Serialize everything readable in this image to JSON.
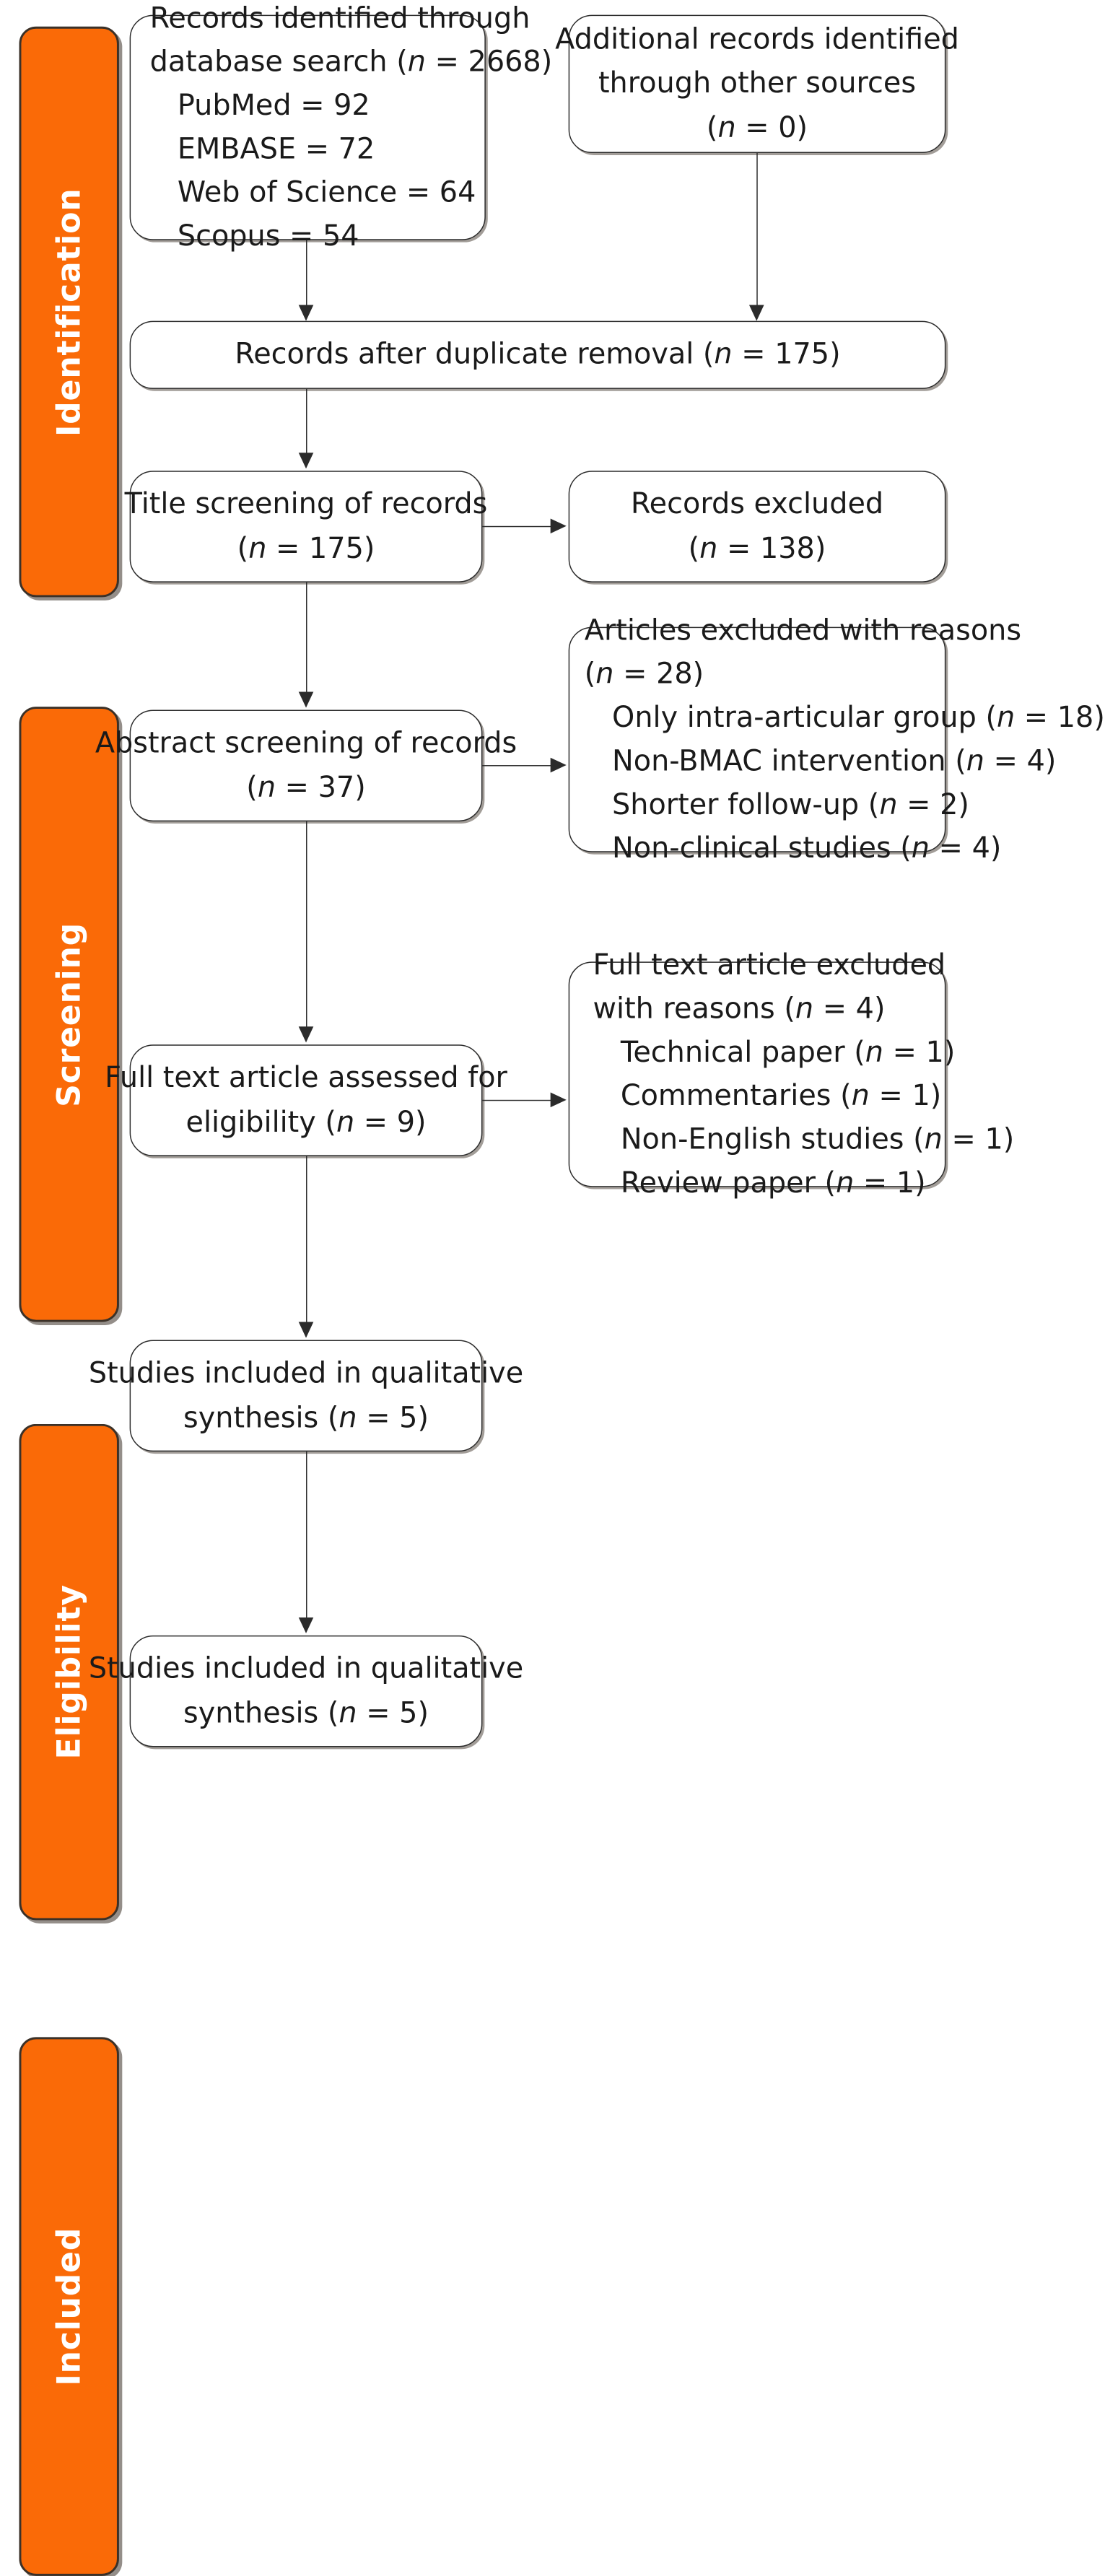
{
  "diagram": {
    "type": "PRISMA flow diagram",
    "accent_color": "#FA6A07",
    "border_color": "#2b2b2b",
    "background_color": "#ffffff"
  },
  "stages": [
    {
      "id": "identification",
      "label": "Identification"
    },
    {
      "id": "screening",
      "label": "Screening"
    },
    {
      "id": "eligibility",
      "label": "Eligibility"
    },
    {
      "id": "included",
      "label": "Included"
    }
  ],
  "nodes": {
    "records_identified": {
      "lines": [
        "Records identified through",
        "database search (n = 2668)",
        "PubMed = 92",
        "EMBASE = 72",
        "Web of Science = 64",
        "Scopus = 54"
      ]
    },
    "additional_records": {
      "lines": [
        "Additional records identified",
        "through other sources",
        "(n = 0)"
      ]
    },
    "after_duplicates": {
      "lines": [
        "Records after duplicate removal (n = 175)"
      ]
    },
    "title_screening": {
      "lines": [
        "Title screening of records",
        "(n = 175)"
      ]
    },
    "records_excluded": {
      "lines": [
        "Records excluded",
        "(n = 138)"
      ]
    },
    "abstract_screening": {
      "lines": [
        "Abstract screening of records",
        "(n = 37)"
      ]
    },
    "articles_excluded_reasons": {
      "lines": [
        "Articles excluded with reasons",
        "(n = 28)",
        "Only intra-articular group (n = 18)",
        "Non-BMAC intervention (n = 4)",
        "Shorter follow-up (n = 2)",
        "Non-clinical studies (n = 4)"
      ]
    },
    "fulltext_assessed": {
      "lines": [
        "Full text article assessed for",
        "eligibility (n = 9)"
      ]
    },
    "fulltext_excluded": {
      "lines": [
        "Full text article excluded",
        "with reasons (n = 4)",
        "Technical paper (n = 1)",
        "Commentaries (n = 1)",
        "Non-English studies (n = 1)",
        "Review paper (n = 1)"
      ]
    },
    "qualitative_synthesis_1": {
      "lines": [
        "Studies included in qualitative",
        "synthesis (n = 5)"
      ]
    },
    "qualitative_synthesis_2": {
      "lines": [
        "Studies included in qualitative",
        "synthesis (n = 5)"
      ]
    }
  },
  "counts": {
    "records_identified_total": 2668,
    "pubmed": 92,
    "embase": 72,
    "web_of_science": 64,
    "scopus": 54,
    "additional_records": 0,
    "after_duplicates": 175,
    "title_screened": 175,
    "title_excluded": 138,
    "abstract_screened": 37,
    "abstract_excluded": 28,
    "abstract_excluded_only_intra_articular": 18,
    "abstract_excluded_non_bmac": 4,
    "abstract_excluded_shorter_followup": 2,
    "abstract_excluded_non_clinical": 4,
    "fulltext_assessed": 9,
    "fulltext_excluded": 4,
    "fulltext_excluded_technical_paper": 1,
    "fulltext_excluded_commentaries": 1,
    "fulltext_excluded_non_english": 1,
    "fulltext_excluded_review_paper": 1,
    "qualitative_synthesis": 5
  }
}
